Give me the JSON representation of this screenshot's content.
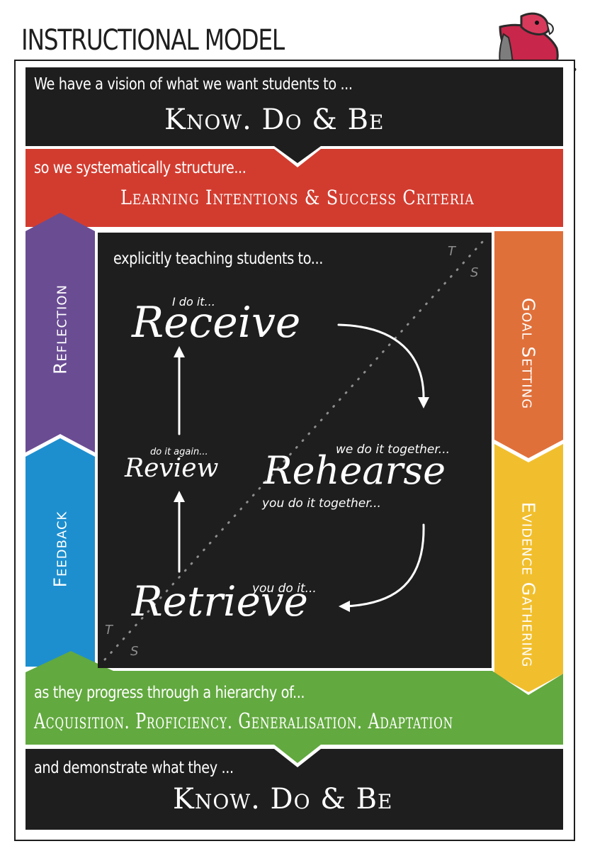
{
  "title": "INSTRUCTIONAL MODEL",
  "vision": {
    "lead": "We have a vision of what we want students to ...",
    "big": "Know.   Do   &   Be"
  },
  "structure": {
    "lead": "so we systematically structure...",
    "big": "Learning Intentions & Success Criteria"
  },
  "teaching": {
    "lead": "explicitly teaching students to..."
  },
  "stages": {
    "receive": {
      "word": "Receive",
      "note": "I do it..."
    },
    "rehearse": {
      "word": "Rehearse",
      "note_top": "we do it together...",
      "note_bottom": "you do it together..."
    },
    "review": {
      "word": "Review",
      "note": "do it again..."
    },
    "retrieve": {
      "word": "Retrieve",
      "note": "you do it..."
    }
  },
  "diagonal_labels": {
    "t_top": "T",
    "s_top": "S",
    "t_bottom": "T",
    "s_bottom": "S"
  },
  "side_left": {
    "top": "Reflection",
    "bottom": "Feedback"
  },
  "side_right": {
    "top": "Goal Setting",
    "bottom": "Evidence Gathering"
  },
  "hierarchy": {
    "lead": "as they progress through a hierarchy of...",
    "big": "Acquisition. Proficiency. Generalisation. Adaptation"
  },
  "demonstrate": {
    "lead": "and demonstrate what they ...",
    "big": "Know.   Do   &   Be"
  },
  "colors": {
    "black": "#1e1e1e",
    "red": "#d23c2f",
    "purple": "#6a4c93",
    "blue": "#1d8fcf",
    "orange": "#e0703a",
    "yellow": "#f1bf2e",
    "green": "#62a93f",
    "parrot": "#c8264a"
  }
}
